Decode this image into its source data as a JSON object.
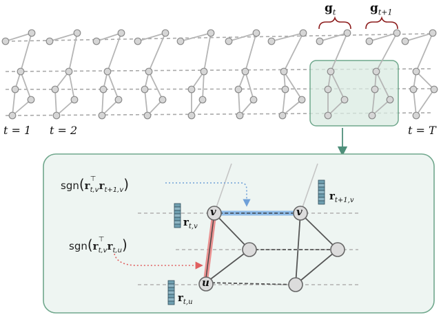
{
  "time_labels": {
    "first": "t = 1",
    "second": "t = 2",
    "last": "t = T"
  },
  "group_labels": {
    "current": "g",
    "current_sub": "t",
    "next": "g",
    "next_sub": "t+1"
  },
  "formulas": {
    "top": {
      "prefix": "sgn",
      "body": "r",
      "sup": "⊤",
      "sub1": "t,v",
      "mid": "r",
      "sub2": "t+1,v"
    },
    "bottom": {
      "prefix": "sgn",
      "body": "r",
      "sup": "⊤",
      "sub1": "t,v",
      "mid": "r",
      "sub2": "t,u"
    }
  },
  "vector_labels": {
    "rtv": "r",
    "rtv_sub": "t,v",
    "rt1v": "r",
    "rt1v_sub": "t+1,v",
    "rtu": "r",
    "rtu_sub": "t,u"
  },
  "node_letters": {
    "v_left": "v",
    "v_right": "v",
    "u": "u"
  },
  "colors": {
    "edge": "#b5b5b5",
    "node_fill": "#d6d6d6",
    "node_stroke": "#8a8a8a",
    "highlight_box": "#d9ebe2",
    "highlight_border": "#6fa78c",
    "blue": "#7fb3e8",
    "red": "#e77f7f",
    "vector": "#5f8ea0",
    "arrow": "#4e8f7a"
  }
}
